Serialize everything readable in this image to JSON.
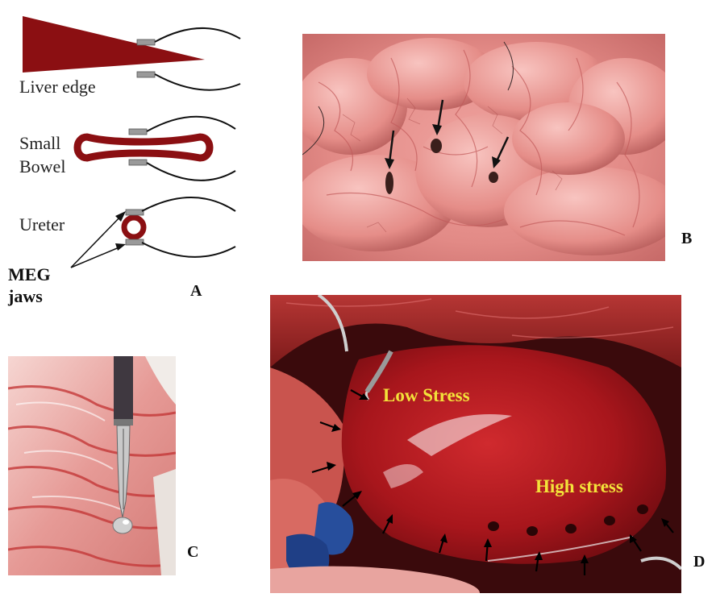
{
  "panel_a": {
    "labels": {
      "liver_edge": "Liver edge",
      "small": "Small",
      "bowel": "Bowel",
      "ureter": "Ureter",
      "meg": "MEG",
      "jaws": "jaws"
    },
    "letter": "A"
  },
  "panel_b": {
    "letter": "B"
  },
  "panel_c": {
    "letter": "C"
  },
  "panel_d": {
    "letter": "D",
    "low_stress": "Low Stress",
    "high_stress": "High stress"
  },
  "colors": {
    "tissue_dark_red": "#8b0f12",
    "jaw_grey": "#9a9a9a",
    "stress_label_yellow": "#f3e23a"
  }
}
